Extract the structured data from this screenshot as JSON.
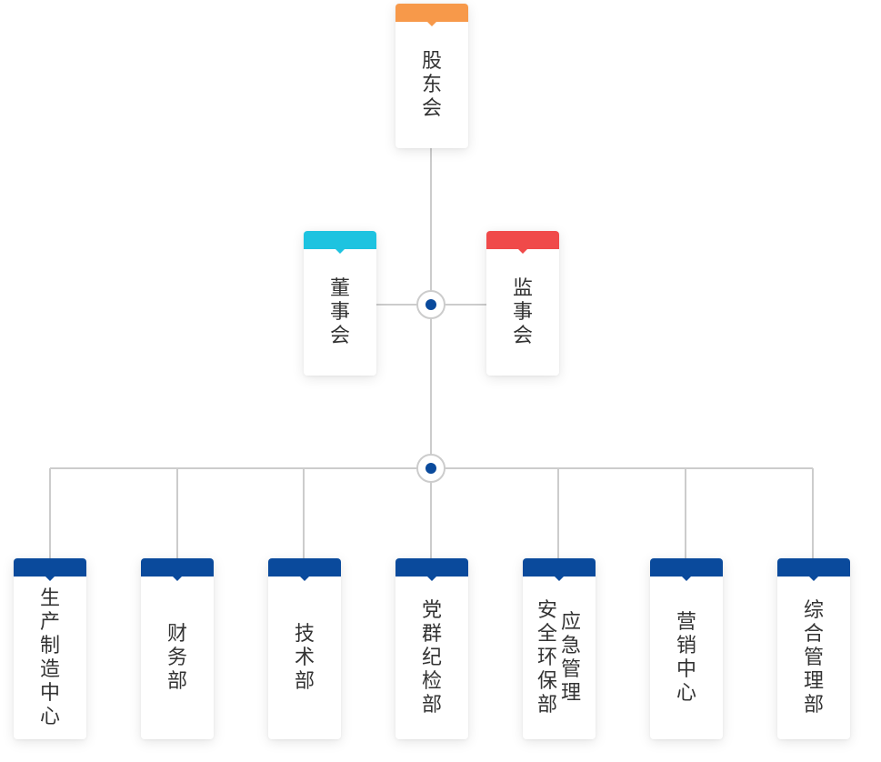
{
  "colors": {
    "shareholders_accent": "#F7994A",
    "board_accent": "#1EC3E0",
    "supervisors_accent": "#F04A4A",
    "department_accent": "#0A4A9C",
    "hub_dot": "#0A4A9C",
    "connector_line": "#CCCCCC",
    "text": "#333333"
  },
  "org_chart": {
    "root": {
      "label": "股东会",
      "columns": [
        "股东会"
      ]
    },
    "level2": [
      {
        "key": "board",
        "label": "董事会",
        "columns": [
          "董事会"
        ]
      },
      {
        "key": "supervisors",
        "label": "监事会",
        "columns": [
          "监事会"
        ]
      }
    ],
    "departments": [
      {
        "key": "production",
        "label": "生产制造中心",
        "columns": [
          "生产制造中心"
        ]
      },
      {
        "key": "finance",
        "label": "财务部",
        "columns": [
          "财务部"
        ]
      },
      {
        "key": "technology",
        "label": "技术部",
        "columns": [
          "技术部"
        ]
      },
      {
        "key": "party-discipline",
        "label": "党群纪检部",
        "columns": [
          "党群纪检部"
        ]
      },
      {
        "key": "safety-emergency",
        "label": "应急管理安全环保部",
        "columns": [
          "应急管理",
          "安全环保部"
        ]
      },
      {
        "key": "marketing",
        "label": "营销中心",
        "columns": [
          "营销中心"
        ]
      },
      {
        "key": "general-admin",
        "label": "综合管理部",
        "columns": [
          "综合管理部"
        ]
      }
    ]
  }
}
